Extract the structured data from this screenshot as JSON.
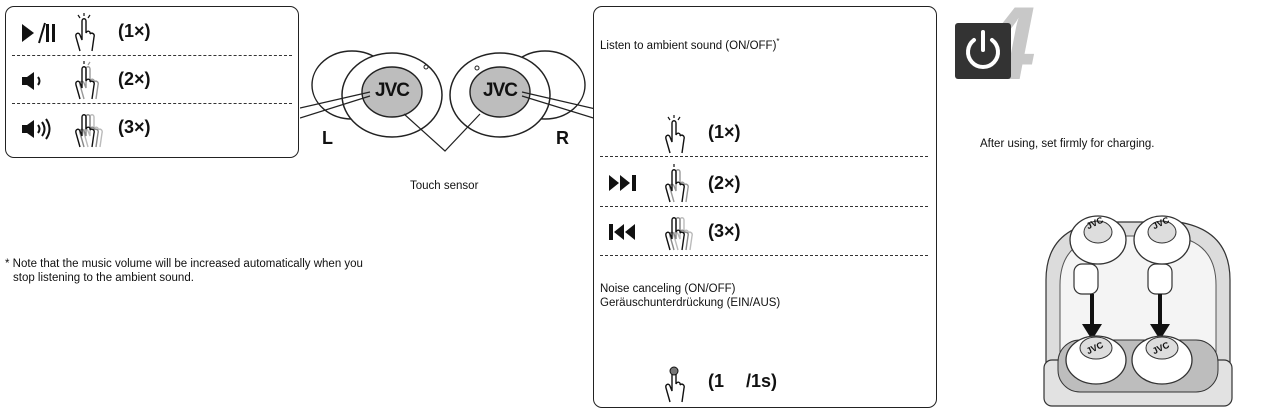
{
  "left_panel": {
    "rows": [
      {
        "icon": "play-pause-icon",
        "count": "(1×)"
      },
      {
        "icon": "volume-low-icon",
        "count": "(2×)"
      },
      {
        "icon": "volume-high-icon",
        "count": "(3×)"
      }
    ]
  },
  "earbuds": {
    "left_label": "L",
    "right_label": "R",
    "brand": "JVC",
    "touch_sensor_caption": "Touch sensor"
  },
  "note": {
    "line1": "* Note that the music volume will be increased automatically when you",
    "line2": "stop listening to the ambient sound."
  },
  "right_panel": {
    "ambient_title": "Listen to ambient sound (ON/OFF)",
    "ambient_mark": "*",
    "rows": [
      {
        "icon": "",
        "count": "(1×)"
      },
      {
        "icon": "next-track-icon",
        "count": "(2×)"
      },
      {
        "icon": "previous-track-icon",
        "count": "(3×)"
      }
    ],
    "nc_line1": "Noise canceling (ON/OFF)",
    "nc_line2": "Geräuschunterdrückung (EIN/AUS)",
    "hold_count_a": "(1",
    "hold_count_b": "/1s)"
  },
  "step": {
    "number": "4",
    "icon": "power-icon",
    "caption": "After using, set firmly for charging."
  }
}
